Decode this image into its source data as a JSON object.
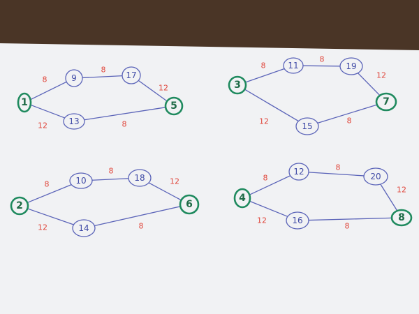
{
  "colors": {
    "ink_blue": "#5a63b8",
    "ink_green": "#1f8a5e",
    "ink_red": "#e0483d",
    "paper": "#f1f2f4",
    "table": "#4a3526"
  },
  "graphs": [
    {
      "nodes": [
        {
          "id": "n1",
          "label": "1",
          "green": true
        },
        {
          "id": "n9",
          "label": "9",
          "green": false
        },
        {
          "id": "n17",
          "label": "17",
          "green": false
        },
        {
          "id": "n5",
          "label": "5",
          "green": true
        },
        {
          "id": "n13",
          "label": "13",
          "green": false
        }
      ],
      "edges": [
        {
          "from": "n1",
          "to": "n9",
          "weight": "8"
        },
        {
          "from": "n9",
          "to": "n17",
          "weight": "8"
        },
        {
          "from": "n17",
          "to": "n5",
          "weight": "12"
        },
        {
          "from": "n1",
          "to": "n13",
          "weight": "12"
        },
        {
          "from": "n13",
          "to": "n5",
          "weight": "8"
        }
      ]
    },
    {
      "nodes": [
        {
          "id": "n3",
          "label": "3",
          "green": true
        },
        {
          "id": "n11",
          "label": "11",
          "green": false
        },
        {
          "id": "n19",
          "label": "19",
          "green": false
        },
        {
          "id": "n7",
          "label": "7",
          "green": true
        },
        {
          "id": "n15",
          "label": "15",
          "green": false
        }
      ],
      "edges": [
        {
          "from": "n3",
          "to": "n11",
          "weight": "8"
        },
        {
          "from": "n11",
          "to": "n19",
          "weight": "8"
        },
        {
          "from": "n19",
          "to": "n7",
          "weight": "12"
        },
        {
          "from": "n3",
          "to": "n15",
          "weight": "12"
        },
        {
          "from": "n15",
          "to": "n7",
          "weight": "8"
        }
      ]
    },
    {
      "nodes": [
        {
          "id": "n2",
          "label": "2",
          "green": true
        },
        {
          "id": "n10",
          "label": "10",
          "green": false
        },
        {
          "id": "n18",
          "label": "18",
          "green": false
        },
        {
          "id": "n6",
          "label": "6",
          "green": true
        },
        {
          "id": "n14",
          "label": "14",
          "green": false
        }
      ],
      "edges": [
        {
          "from": "n2",
          "to": "n10",
          "weight": "8"
        },
        {
          "from": "n10",
          "to": "n18",
          "weight": "8"
        },
        {
          "from": "n18",
          "to": "n6",
          "weight": "12"
        },
        {
          "from": "n2",
          "to": "n14",
          "weight": "12"
        },
        {
          "from": "n14",
          "to": "n6",
          "weight": "8"
        }
      ]
    },
    {
      "nodes": [
        {
          "id": "n4",
          "label": "4",
          "green": true
        },
        {
          "id": "n12",
          "label": "12",
          "green": false
        },
        {
          "id": "n20",
          "label": "20",
          "green": false
        },
        {
          "id": "n8",
          "label": "8",
          "green": true
        },
        {
          "id": "n16",
          "label": "16",
          "green": false
        }
      ],
      "edges": [
        {
          "from": "n4",
          "to": "n12",
          "weight": "8"
        },
        {
          "from": "n12",
          "to": "n20",
          "weight": "8"
        },
        {
          "from": "n20",
          "to": "n8",
          "weight": "12"
        },
        {
          "from": "n4",
          "to": "n16",
          "weight": "12"
        },
        {
          "from": "n16",
          "to": "n8",
          "weight": "8"
        }
      ]
    }
  ]
}
